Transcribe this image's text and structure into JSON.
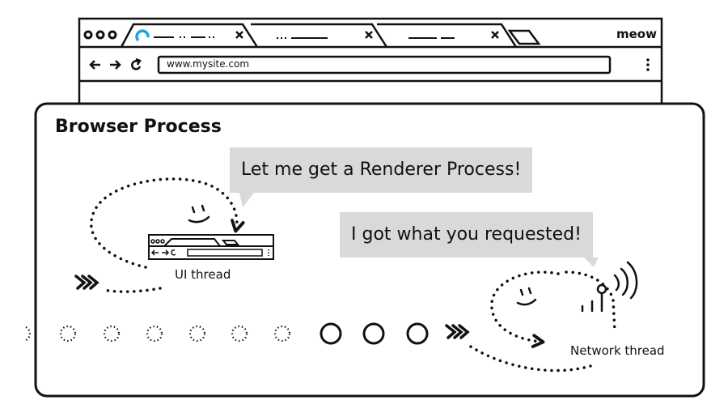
{
  "browser": {
    "url": "www.mysite.com",
    "profile_label": "meow"
  },
  "process": {
    "title": "Browser Process"
  },
  "threads": {
    "ui_label": "UI thread",
    "network_label": "Network thread"
  },
  "messages": {
    "ui_says": "Let me get a Renderer Process!",
    "network_says": "I got what you requested!"
  },
  "colors": {
    "ink": "#111111",
    "bubble": "#d9d9d9",
    "loading_accent": "#1aa3e0"
  },
  "icons": {
    "traffic": "window-traffic-lights-icon",
    "loading": "loading-spinner-icon",
    "back": "back-arrow-icon",
    "forward": "forward-arrow-icon",
    "reload": "reload-icon",
    "menu": "kebab-menu-icon",
    "signal": "wifi-signal-icon"
  }
}
